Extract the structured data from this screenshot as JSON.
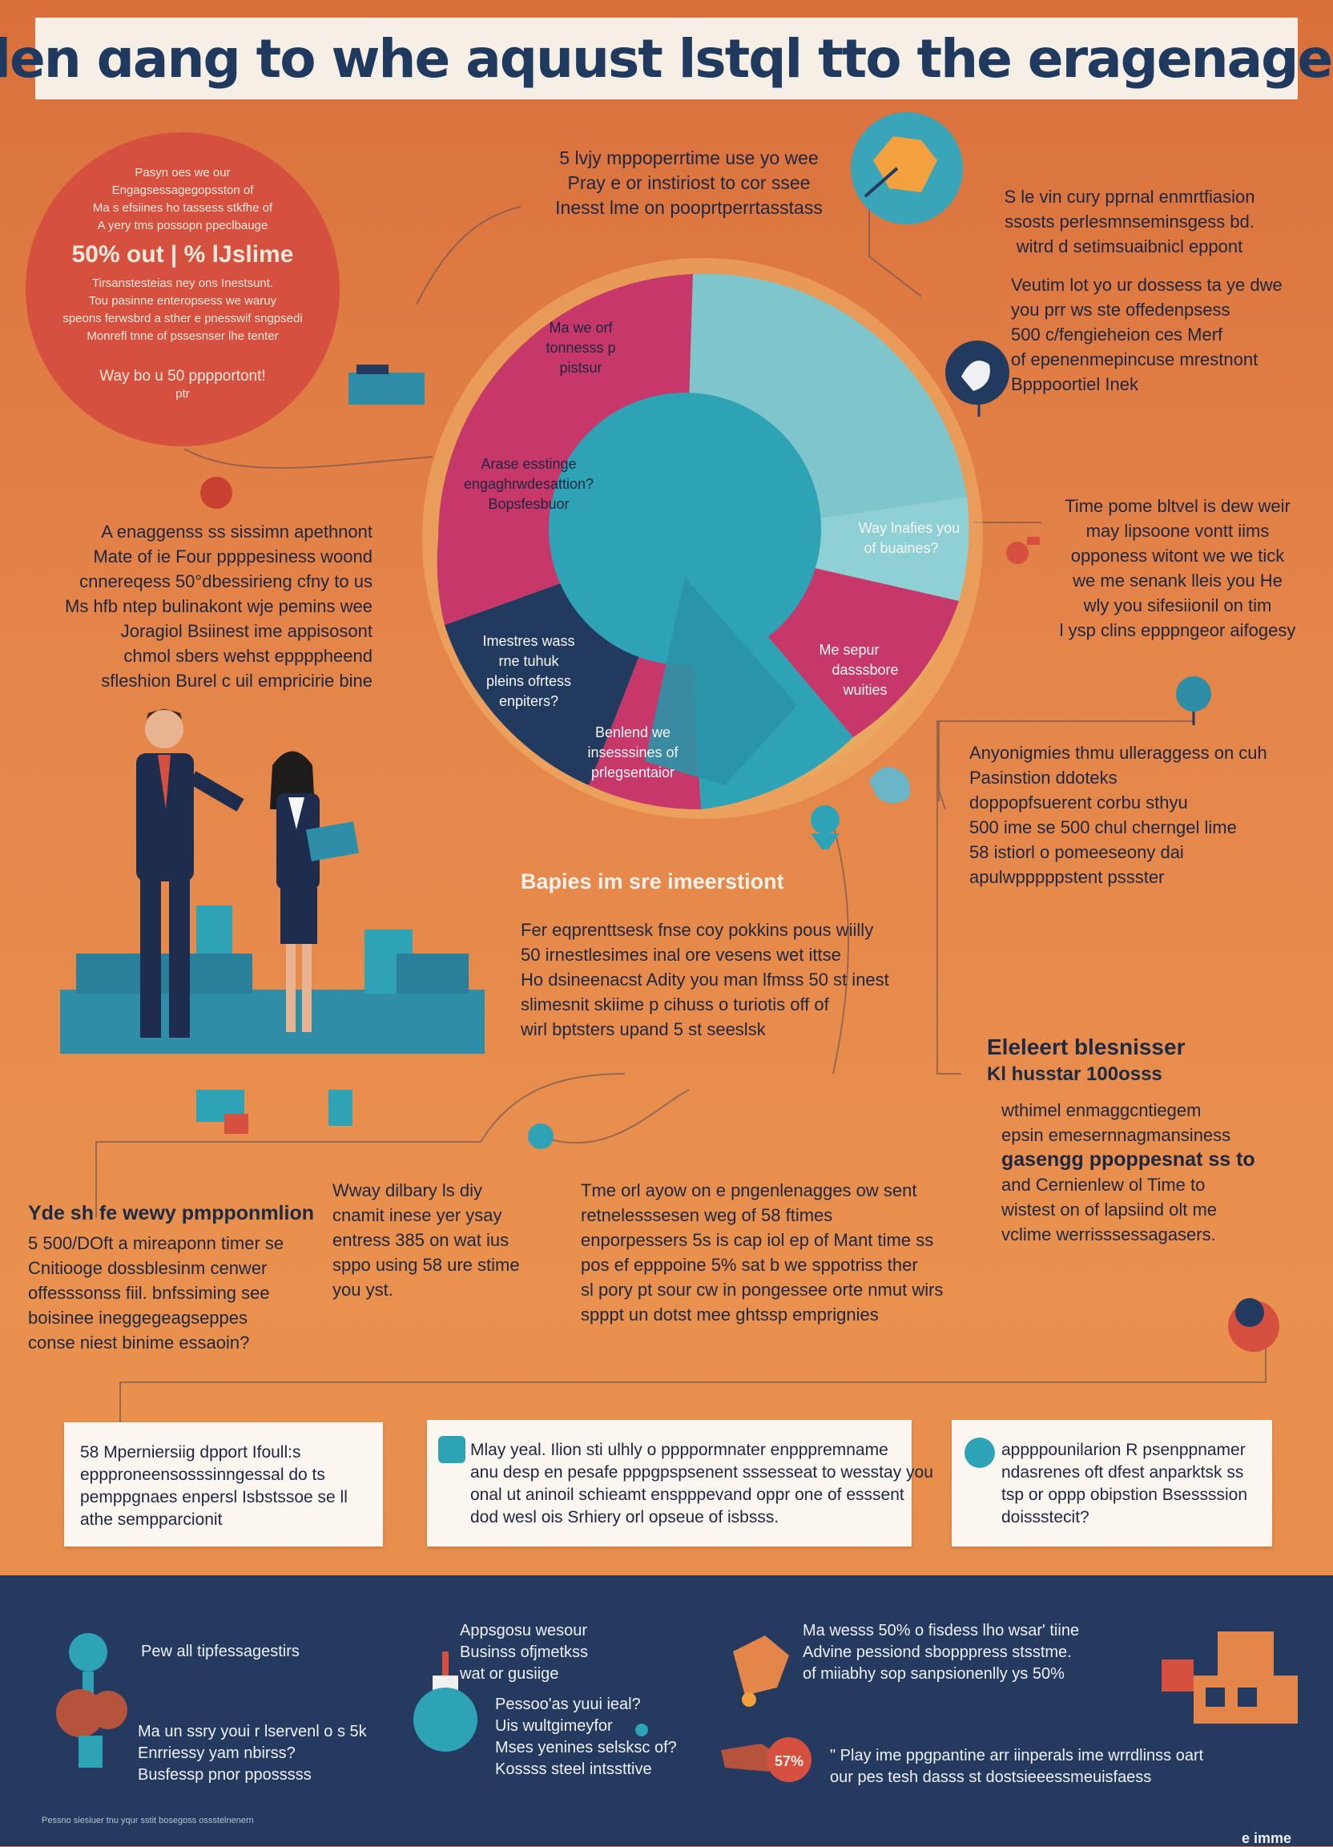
{
  "title": "Wlen ɑang to whe aquust lstql tto the eragenagen?",
  "red_circle": {
    "lines_top": [
      "Pasyn oes we our",
      "Engagsessagegopsston of",
      "Ma s efsiines ho tassess stkfhe of",
      "A yery tms possopn ppeclbauge"
    ],
    "big": "50% out | % lJslime",
    "lines_mid": [
      "Tirsanstesteias ney ons Inestsunt.",
      "Tou pasinne enteropsess we waruy",
      "speons ferwsbrd a sther e pnesswif sngpsedi",
      "Monrefl tnne of pssesnser lhe tenter"
    ],
    "bottom_line": "Way bo u 50 pppportont!",
    "bottom_sub": "ptr"
  },
  "top_center_text": [
    "5 lvjy mppoperrtime use yo wee",
    "Pray e or instiriost to cor ssee",
    "Inesst lme on pooprtperrtasstass"
  ],
  "top_right_text": [
    "S le vin cury pprnal enmrtfiasion",
    "ssosts perlesmnseminsgess bd.",
    "witrd d setimsuaibnicl eppont"
  ],
  "right_upper_text": [
    "Veutim lot yo ur dossess ta ye dwe",
    "you prr ws ste offedenpsess",
    "500 c/fengieheion ces Merf",
    "of epenenmepincuse mrestnont",
    "Bpppoortiel Inek"
  ],
  "pie_labels": {
    "top_left": [
      "Ma we orf",
      "tonnesss p",
      "pistsur"
    ],
    "left": [
      "Arase esstinge",
      "engaghrwdesattion?",
      "Bopsfesbuor"
    ],
    "right": [
      "Way lnafies you",
      "of buaines?"
    ],
    "bottom_right": [
      "Me sepur",
      "dasssbore",
      "wuities"
    ],
    "bottom": [
      "Benlend we",
      "insesssines of",
      "prlegsentaior"
    ],
    "bottom_left": [
      "Imestres wass",
      "rne tuhuk",
      "pleins ofrtess",
      "enpiters?"
    ]
  },
  "left_middle_text": [
    "A enaggenss ss sissimn apethnont",
    "Mate of ie Four ppppesiness woond",
    "cnnereqess 50°dbessirieng cfny to us",
    "Ms hfb ntep bulinakont wje pemins wee",
    "Joragiol Bsiinest ime appisosont",
    "chmol sbers wehst eppppheend",
    "sfleshion Burel c uil empricirie bine"
  ],
  "right_middle_text": [
    "Time pome bltvel is dew weir",
    "may lipsoone vontt iims",
    "opponess witont we we tick",
    "we me senank lleis you He",
    "wly you sifesiionil on tim",
    "l  ysp clins epppngeor aifogesy"
  ],
  "right_lower_text": [
    "Anyonigmies thmu ulleraggess on cuh",
    "Pasinstion ddoteks",
    "doppopfsuerent corbu sthyu",
    "500 ime se 500 chul cherngel lime",
    "58 istiorl o pomeeseony dai",
    "apulwpppppstent pssster"
  ],
  "center_heading": "Bapies im sre imeerstiont",
  "center_text": [
    "Fer eqprenttsesk fnse coy pokkins pous wiilly",
    "50 irnestlesimes inal ore vesens wet ittse",
    "Ho dsineenacst Adity you man lfmss 50 st inest",
    "slimesnit skiime p cihuss o turiotis off of",
    "wirl bptsters upand 5 st seeslsk"
  ],
  "right_heading": [
    "Eleleert blesnisser",
    "Kl husstar 100osss"
  ],
  "right_heading_text": [
    "wthimel enmaggcntiegem",
    "epsin emesernnagmansiness",
    "gasengg ppoppesnat ss to",
    "and Cernienlew ol Time to",
    "wistest on of lapsiind olt me",
    "vclime werrisssessagasers."
  ],
  "bottom_left_heading": "Yde sh fe wewy pmpponmlion",
  "bottom_left_text": [
    "5 500/DOft a mireaponn timer se",
    "Cnitiooge dossblesinm cenwer",
    "offesssonss fiil. bnfssiming see",
    "boisinee ineggegeagseppes",
    "conse niest binime essaoin?"
  ],
  "bottom_center_left_text": [
    "Wway dilbary ls diy",
    "cnamit inese yer ysay",
    "entress 385 on wat ius",
    "sppo using 58 ure stime",
    "you yst."
  ],
  "bottom_center_text": [
    "Tme orl ayow on e pngenlenagges ow sent",
    "retnelesssesen weg of 58 ftimes",
    "enporpessers 5s is cap iol ep of Mant time ss",
    "pos ef epppoine 5% sat b we sppotriss ther",
    "sl pory pt sour cw in pongessee orte nmut wirs",
    "spppt un dotst mee ghtssp emprignies"
  ],
  "boxes": [
    {
      "lines": [
        "58 Mperniersiig dpport Ifoull:s",
        "eppproneensosssinngessal do ts",
        "pemppgnaes enpersl Isbstssoe se ll",
        "athe sempparcionit"
      ]
    },
    {
      "lines": [
        "Mlay yeal. Ilion sti ulhly o ppppormnater enpppremname",
        "anu desp en pesafe pppgpspsenent sssesseat to wesstay you",
        "onal ut aninoil schieamt enspppevand oppr one of esssent",
        "dod wesl ois Srhiery orl opseue of isbsss."
      ]
    },
    {
      "lines": [
        "appppounilarion R psenppnamer",
        "ndasrenes oft dfest anparktsk ss",
        "tsp or oppp obipstion Bsessssion",
        "doissstecit?"
      ]
    }
  ],
  "footer": {
    "col1_top": "Pew all tipfessagestirs",
    "col1_bottom": [
      "Ma un ssry youi r lservenl o s 5k",
      "Enrriessy yam nbirss?",
      "Busfessp pnor pposssss"
    ],
    "col2_top": [
      "Appsgosu wesour",
      "Businss ofjmetkss",
      "wat or gusiige"
    ],
    "col2_bottom": [
      "Pessoo'as yuui ieal?",
      "Uis wultgimeyfor",
      "Mses yenines selsksc of?",
      "Kossss steel intssttive"
    ],
    "col3_top": [
      "Ma wesss 50% o fisdess lho wsar' tiine",
      "Advine pessiond sbopppress stsstme.",
      "of miiabhy sop sanpsionenlly ys 50%"
    ],
    "col3_bottom": [
      "\" Play ime ppgpantine arr iinperals ime wrrdlinss oart",
      "our pes tesh dasss st dostsieeessmeuisfaess"
    ],
    "badge": "57%",
    "credit_left": "Pessno siesiuer tnu yqur sstit bosegoss ossstelnenern",
    "credit_right": "e imme"
  },
  "colors": {
    "orange": "#e4854a",
    "teal": "#2ea3b5",
    "light_teal": "#7fc6cc",
    "magenta": "#c6376a",
    "navy": "#223a5e",
    "red": "#d5503f",
    "cream": "#fbf6f0"
  },
  "icons": [
    "globe-icon",
    "map-pin-icon",
    "dial-icon",
    "lamp-icon",
    "funnel-icon",
    "chart-icon",
    "lightbulb-icon",
    "chat-icon",
    "factory-icon",
    "cloud-icon"
  ]
}
